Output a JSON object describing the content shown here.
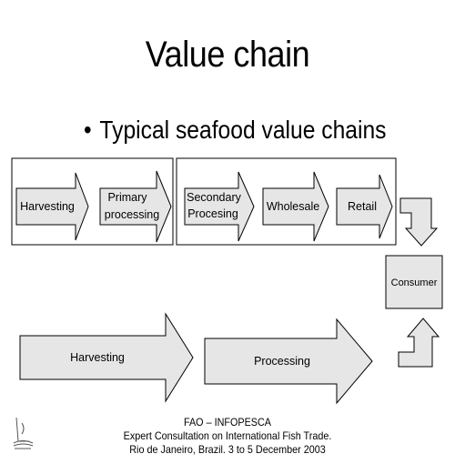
{
  "title": "Value chain",
  "bullet": "Typical seafood value chains",
  "top_chain": {
    "group1": [
      {
        "line1": "Harvesting",
        "line2": ""
      },
      {
        "line1": "Primary",
        "line2": "processing"
      }
    ],
    "group2": [
      {
        "line1": "Secondary",
        "line2": "Procesing"
      },
      {
        "line1": "Wholesale",
        "line2": ""
      },
      {
        "line1": "Retail",
        "line2": ""
      }
    ]
  },
  "consumer": "Consumer",
  "bottom_chain": [
    {
      "label": "Harvesting"
    },
    {
      "label": "Processing"
    }
  ],
  "footer": {
    "line1": "FAO – INFOPESCA",
    "line2": "Expert Consultation on International Fish Trade.",
    "line3": "Rio de Janeiro, Brazil. 3 to 5 December 2003"
  },
  "colors": {
    "arrow_fill": "#e6e6e6",
    "stroke": "#000000"
  }
}
